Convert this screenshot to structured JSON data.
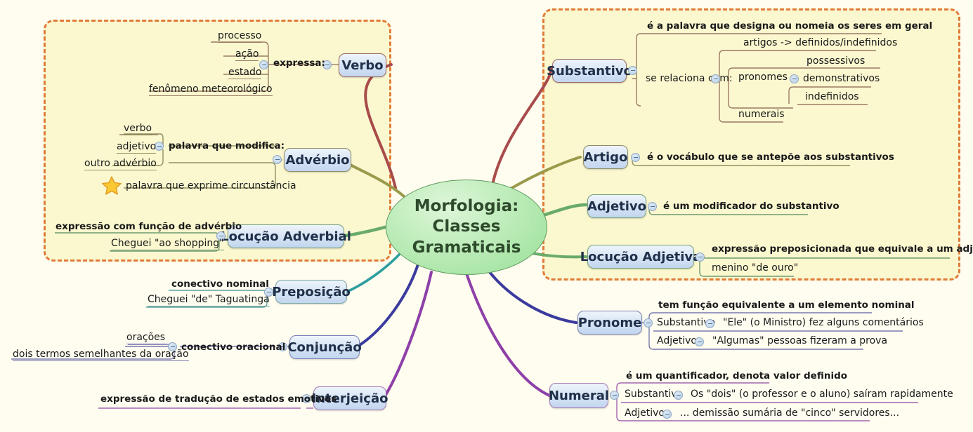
{
  "center": {
    "title": "Morfologia:\nClasses\nGramaticais",
    "fill": "#a9e5a4",
    "text_color": "#2d4a2b"
  },
  "colors": {
    "region_border": "#e07b39",
    "region_fill": "#fbf8d0",
    "page_bg": "#fffdf0",
    "node_fill": "#c2d6ef",
    "branch_red": "#a84b4b",
    "branch_olive": "#9a9a4a",
    "branch_green": "#6aab6a",
    "branch_teal": "#2f9e9e",
    "branch_blue": "#3b3b9e",
    "branch_purple": "#8e3fa8",
    "star": "#f5b731"
  },
  "regions": [
    {
      "name": "verbo-adverbio-region"
    },
    {
      "name": "substantivo-adjetivo-region"
    }
  ],
  "branches": [
    {
      "id": "verbo",
      "label": "Verbo",
      "color": "red",
      "relation": "expressa:",
      "items": [
        "processo",
        "ação",
        "estado",
        "fenômeno meteorológico"
      ]
    },
    {
      "id": "adverbio",
      "label": "Advérbio",
      "color": "olive",
      "relation": "palavra que modifica:",
      "items": [
        "verbo",
        "adjetivo",
        "outro advérbio"
      ],
      "starred_note": "palavra que exprime circunstância"
    },
    {
      "id": "locucao-adverbial",
      "label": "Locução Adverbial",
      "color": "green",
      "relation": "expressão com função de advérbio",
      "items": [
        "Cheguei \"ao shopping\""
      ]
    },
    {
      "id": "preposicao",
      "label": "Preposição",
      "color": "teal",
      "relation": "conectivo nominal",
      "items": [
        "Cheguei \"de\" Taguatinga"
      ]
    },
    {
      "id": "conjuncao",
      "label": "Conjunção",
      "color": "blue",
      "relation": "conectivo oracional",
      "items": [
        "orações",
        "dois termos semelhantes da oração"
      ]
    },
    {
      "id": "interjeicao",
      "label": "Interjeição",
      "color": "purple",
      "relation": "expressão de tradução de estados emotivos",
      "items": []
    },
    {
      "id": "substantivo",
      "label": "Substantivo",
      "color": "red",
      "relation": "é a palavra que designa ou nomeia os seres em geral",
      "sub_relation": "se relaciona com:",
      "items": [
        "artigos -> definidos/indefinidos",
        "pronomes",
        "numerais"
      ],
      "pronome_kinds": [
        "possessivos",
        "demonstrativos",
        "indefinidos"
      ]
    },
    {
      "id": "artigo",
      "label": "Artigo",
      "color": "olive",
      "relation": "é o vocábulo que se antepõe aos substantivos",
      "items": []
    },
    {
      "id": "adjetivo",
      "label": "Adjetivo",
      "color": "green",
      "relation": "é um modificador do substantivo",
      "items": []
    },
    {
      "id": "locucao-adjetiva",
      "label": "Locução Adjetiva",
      "color": "green",
      "relation": "expressão preposicionada que equivale a um adjetivo",
      "items": [
        "menino \"de ouro\""
      ]
    },
    {
      "id": "pronome",
      "label": "Pronome",
      "color": "blue",
      "relation": "tem função equivalente a um elemento nominal",
      "rows": [
        {
          "kind": "Substantivo",
          "example": "\"Ele\" (o Ministro) fez alguns comentários"
        },
        {
          "kind": "Adjetivo",
          "example": "\"Algumas\" pessoas fizeram a prova"
        }
      ]
    },
    {
      "id": "numeral",
      "label": "Numeral",
      "color": "purple",
      "relation": "é um quantificador, denota valor definido",
      "rows": [
        {
          "kind": "Substantivo",
          "example": "Os \"dois\" (o professor e o aluno) saíram rapidamente"
        },
        {
          "kind": "Adjetivo",
          "example": "... demissão sumária de \"cinco\" servidores..."
        }
      ]
    }
  ],
  "icons": {
    "collapse": "collapse-toggle-icon",
    "star": "star-icon"
  }
}
